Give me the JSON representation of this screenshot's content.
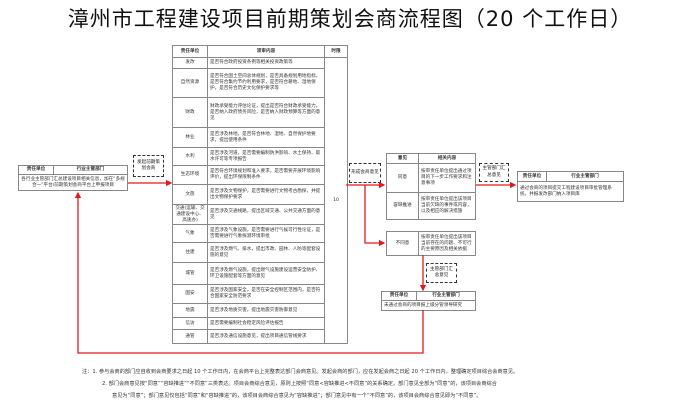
{
  "title": "漳州市工程建设项目前期策划会商流程图（20 个工作日）",
  "start_box": {
    "header": [
      "责任单位",
      "行业主管部门"
    ],
    "content": "各行业主管部门汇总建设项目相关信息，加在“多规合一”平台/前期策划会商平台上申报项目"
  },
  "launch_label": "发起前期策划会商",
  "review_table": {
    "headers": [
      "责任单位",
      "须审内容",
      "时限"
    ],
    "time_limit": "10",
    "rows": [
      {
        "unit": "发改",
        "content": "是否符合政府投资条例等相关投资政策等"
      },
      {
        "unit": "自然资源",
        "content": "是否符合国土空间总体规划，是否具备规划用地指标，是否符合集约节约利用要求，是否符合耕地、湿地保护，是否符合历史文化保护要求等"
      },
      {
        "unit": "财政",
        "content": "财政承受能力评估论证，提出是否符合财政承受能力，是否纳入政府债务风险，是否纳入财政预算等方面的意见"
      },
      {
        "unit": "林业",
        "content": "是否涉及林地，是否符合林地、湿地、自然保护地要求，提出使用条件"
      },
      {
        "unit": "水利",
        "content": "是否涉及河道，是否需要编制防洪影响、水土保持、取水许可等专项报告"
      },
      {
        "unit": "生态环境",
        "content": "是否符合环境规划和准入要求，是否需要开展环境影响评价，提出环保限制条件"
      },
      {
        "unit": "文旅",
        "content": "是否涉及文物保护，是否需要进行文物考古勘探，并提出文物保护要求"
      },
      {
        "unit": "交通(运输、交通建设中心、高速办)",
        "content": "是否涉及交通线路，提出区域交通、公共交通方面的意见"
      },
      {
        "unit": "气象",
        "content": "是否涉及气象设施，是否需要进行气候可行性论证，是否需要进行气象探测环境审批"
      },
      {
        "unit": "住建",
        "content": "是否涉及燃气、排水，提出市政、园林、人防等配套设施的意见"
      },
      {
        "unit": "城管",
        "content": "是否涉及燃气设施，提出燃气设施建设运营安全防护、环卫设施配套等方面的意见"
      },
      {
        "unit": "国安",
        "content": "是否涉及国家安全，是否在安全控制区范围内，是否符合国家安全防范要求"
      },
      {
        "unit": "地震",
        "content": "是否涉及地质灾害，提出地震灾害防御意见"
      },
      {
        "unit": "信访",
        "content": "是否需要编制社会稳定风险评估报告"
      },
      {
        "unit": "通管",
        "content": "是否涉及通信设施意见，提出项目通信管线要求"
      }
    ]
  },
  "form_opinion_label": "形成会商意见",
  "opinion_table": {
    "headers": [
      "意见",
      "相关内容"
    ],
    "rows": [
      {
        "opinion": "同意",
        "content": "按审责任单位提出通过项目的下一步工作要求和注意事项"
      },
      {
        "opinion": "容缺推进",
        "content": "按审责任单位提出该项目当前欠缺的事件或内容，以及相应的解决措施"
      }
    ],
    "disagree": {
      "opinion": "不同意",
      "content": "按审责任单位提出该项目当前存在的问题、不可行的主要原因及相关依据"
    }
  },
  "summary_label_1": "主管部门汇总意见",
  "summary_label_2": "主管部门汇总意见",
  "end_box_pass": {
    "header": [
      "责任单位",
      "行业主管部门"
    ],
    "content": "通过会商的项目提交工程建设项目审批管理系统，并报发改部门纳入项目库"
  },
  "end_box_fail": {
    "header": [
      "责任单位",
      "行业主管部门"
    ],
    "content": "未通过会商的项目报上级分管领导研究"
  },
  "notes": [
    "注：1. 参与会商的部门应自收到会商要求之日起 10 个工作日内，在会商平台上完整表达部门会商意见。发起会商的部门，应在发起会商之日起 20 个工作日内，整理确定项目综合会商意见。",
    "2. 部门会商意见按“同意”“容缺推进”“不同意”三类表达。项目会商综合意见，原则上按照“同意<容缺推进<不同意”的关系确定。部门意见全部为“同意”的，该项目会商综合",
    "意见为“同意”；部门意见仅包括“同意”和“容缺推进”的，该项目会商综合意见为“容缺推进”；部门意见中有一个“不同意”的，该项目会商综合意见即为“不同意”。"
  ],
  "colors": {
    "arrow": "#e01b1b",
    "border": "#888888"
  }
}
